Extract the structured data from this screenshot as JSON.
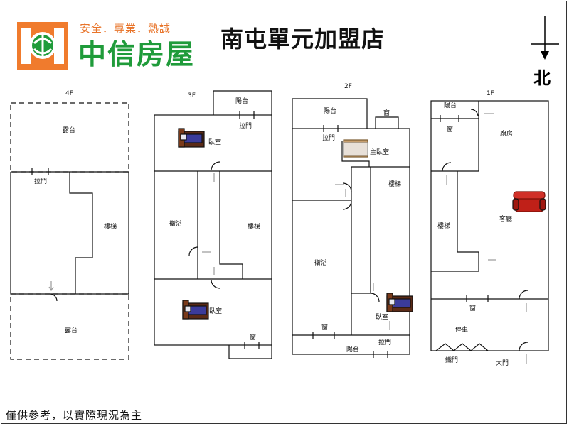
{
  "brand": {
    "tagline": "安全．專業．熱誠",
    "name": "中信房屋",
    "colors": {
      "orange": "#f07b2d",
      "green": "#1f9b3a"
    }
  },
  "store_title": "南屯單元加盟店",
  "north_label": "北",
  "disclaimer": "僅供參考，以實際現況為主",
  "floors": {
    "f4": {
      "label": "4F",
      "rooms": {
        "terrace_top": "露台",
        "sliding_door": "拉門",
        "stairs": "樓梯",
        "terrace_bottom": "露台"
      }
    },
    "f3": {
      "label": "3F",
      "rooms": {
        "balcony": "陽台",
        "sliding_door": "拉門",
        "bedroom_top": "臥室",
        "bathroom": "衛浴",
        "stairs": "樓梯",
        "bedroom_bottom": "臥室",
        "window": "窗"
      }
    },
    "f2": {
      "label": "2F",
      "rooms": {
        "balcony_top": "陽台",
        "window_top": "窗",
        "sliding_door_top": "拉門",
        "master_bedroom": "主臥室",
        "stairs": "樓梯",
        "bathroom": "衛浴",
        "bedroom": "臥室",
        "window_bottom": "窗",
        "balcony_bottom": "陽台",
        "sliding_door_bottom": "拉門"
      }
    },
    "f1": {
      "label": "1F",
      "rooms": {
        "balcony": "陽台",
        "window_top": "窗",
        "kitchen": "廚房",
        "stairs": "樓梯",
        "living_room": "客廳",
        "window_mid": "窗",
        "garage": "停車",
        "iron_gate": "鐵門",
        "main_door": "大門"
      }
    }
  },
  "icons": [
    "company-logo-icon",
    "north-arrow-icon",
    "bed-icon",
    "sofa-icon"
  ]
}
